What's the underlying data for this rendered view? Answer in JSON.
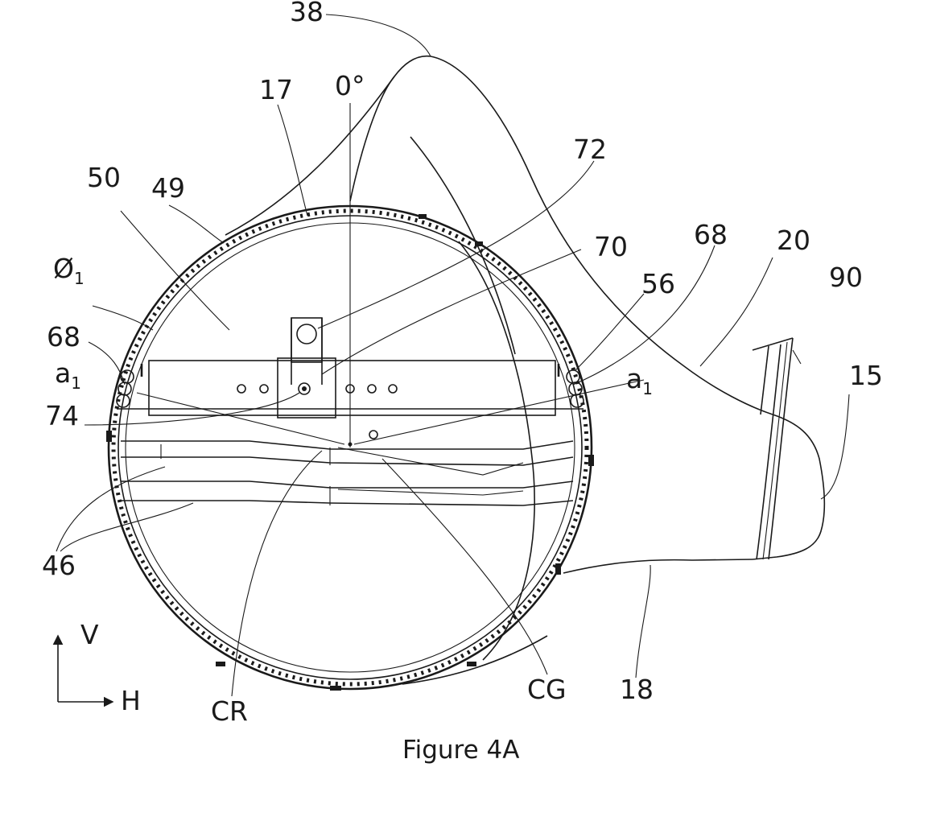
{
  "figure": {
    "caption": "Figure 4A",
    "labels": {
      "l38": "38",
      "l17": "17",
      "l0deg": "0°",
      "l72": "72",
      "l50": "50",
      "l49": "49",
      "l70": "70",
      "l68_right": "68",
      "l20": "20",
      "l90": "90",
      "l56": "56",
      "l15": "15",
      "l68_left": "68",
      "a_left": "a",
      "a_left_sub": "1",
      "a_right": "a",
      "a_right_sub": "1",
      "l74": "74",
      "diam": "Ø",
      "diam_sub": "1",
      "l46": "46",
      "v_axis": "V",
      "h_axis": "H",
      "cr": "CR",
      "cg": "CG",
      "l18": "18"
    }
  }
}
